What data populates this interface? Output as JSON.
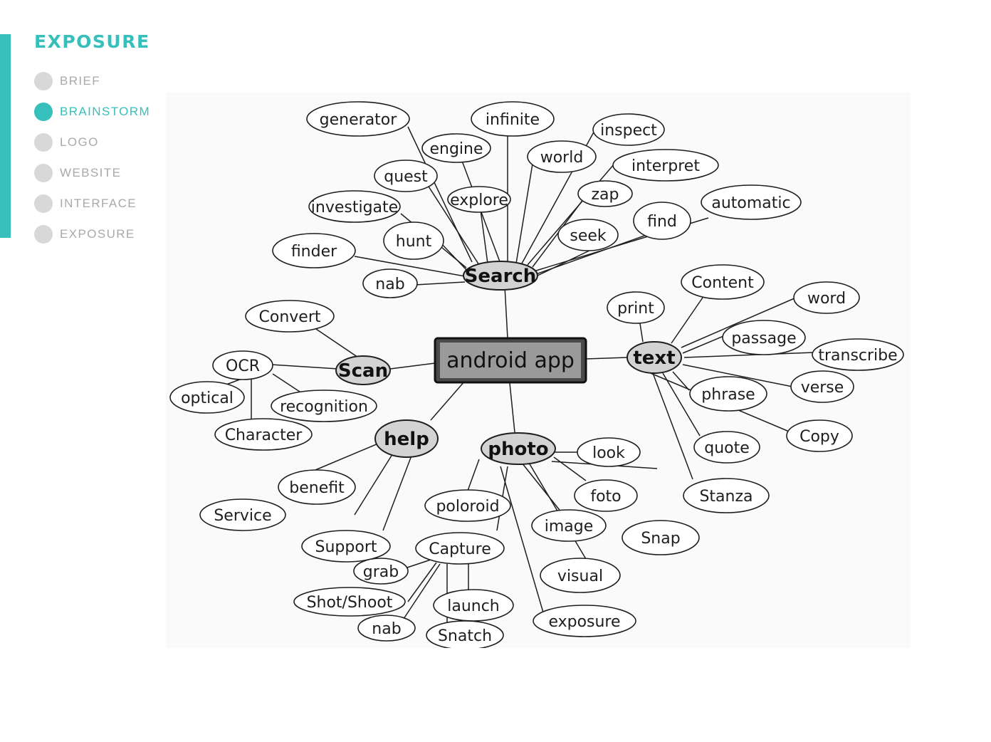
{
  "brand": {
    "title": "EXPOSURE"
  },
  "nav": {
    "items": [
      {
        "label": "BRIEF",
        "active": false
      },
      {
        "label": "BRAINSTORM",
        "active": true
      },
      {
        "label": "LOGO",
        "active": false
      },
      {
        "label": "WEBSITE",
        "active": false
      },
      {
        "label": "INTERFACE",
        "active": false
      },
      {
        "label": "EXPOSURE",
        "active": false
      }
    ]
  },
  "colors": {
    "accent": "#36bfbb",
    "inactive_dot": "#d8d8d8",
    "inactive_text": "#a9a9a9"
  },
  "mindmap": {
    "center": "android app",
    "hubs": {
      "search": "Search",
      "scan": "Scan",
      "text": "text",
      "help": "help",
      "photo": "photo"
    },
    "words": {
      "generator": "generator",
      "infinite": "infinite",
      "engine": "engine",
      "inspect": "inspect",
      "world": "world",
      "interpret": "interpret",
      "quest": "quest",
      "explore": "explore",
      "zap": "zap",
      "automatic": "automatic",
      "investigate": "investigate",
      "find": "find",
      "hunt": "hunt",
      "seek": "seek",
      "finder": "finder",
      "nab1": "nab",
      "content": "Content",
      "print": "print",
      "word": "word",
      "convert": "Convert",
      "passage": "passage",
      "ocr": "OCR",
      "transcribe": "transcribe",
      "optical": "optical",
      "recognition": "recognition",
      "verse": "verse",
      "phrase": "phrase",
      "character": "Character",
      "copy": "Copy",
      "quote": "quote",
      "look": "look",
      "benefit": "benefit",
      "foto": "foto",
      "stanza": "Stanza",
      "service": "Service",
      "poloroid": "poloroid",
      "image": "image",
      "snap": "Snap",
      "support": "Support",
      "capture": "Capture",
      "grab": "grab",
      "visual": "visual",
      "shot": "Shot/Shoot",
      "launch": "launch",
      "exposure": "exposure",
      "nab2": "nab",
      "snatch": "Snatch"
    }
  }
}
